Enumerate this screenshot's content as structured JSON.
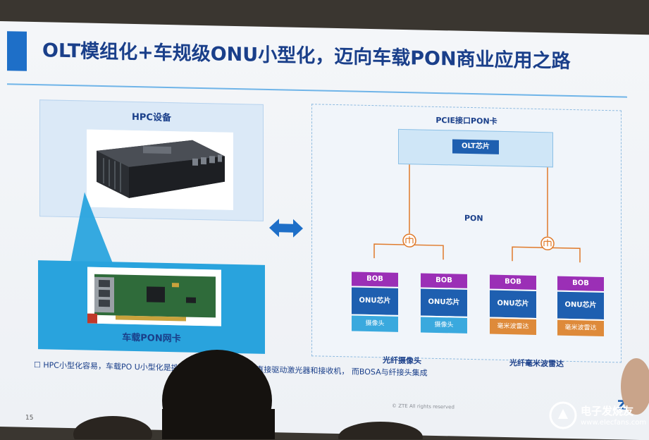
{
  "slide": {
    "title": "OLT模组化+车规级ONU小型化，迈向车载PON商业应用之路",
    "left": {
      "hpc_title": "HPC设备",
      "card_label": "车载PON网卡"
    },
    "right": {
      "pcie_title": "PCIE接口PON卡",
      "olt_chip": "OLT芯片",
      "pon_label": "PON",
      "onus": [
        {
          "bob": "BOB",
          "chip": "ONU芯片",
          "sub": "摄像头",
          "kind": "camera"
        },
        {
          "bob": "BOB",
          "chip": "ONU芯片",
          "sub": "摄像头",
          "kind": "camera"
        },
        {
          "bob": "BOB",
          "chip": "ONU芯片",
          "sub": "毫米波雷达",
          "kind": "radar"
        },
        {
          "bob": "BOB",
          "chip": "ONU芯片",
          "sub": "毫米波雷达",
          "kind": "radar"
        }
      ],
      "group_labels": [
        "光纤摄像头",
        "光纤毫米波雷达"
      ]
    },
    "footer_text": "☐ HPC小型化容易，车载PO                    U小型化是挑战，ONU内置LDD/LA直接驱动激光器和接收机， 而BOSA与纤接头集成",
    "copyright": "© ZTE All rights reserved",
    "page_number": "15",
    "logo": "ZT"
  },
  "watermark": {
    "text": "电子发烧友",
    "url": "www.elecfans.com"
  },
  "colors": {
    "title": "#1a3f8a",
    "accent_blue": "#1e5fb0",
    "bob_purple": "#9b2fb6",
    "camera": "#3aa9de",
    "radar": "#de8a3a",
    "callout": "#29a3dd"
  }
}
